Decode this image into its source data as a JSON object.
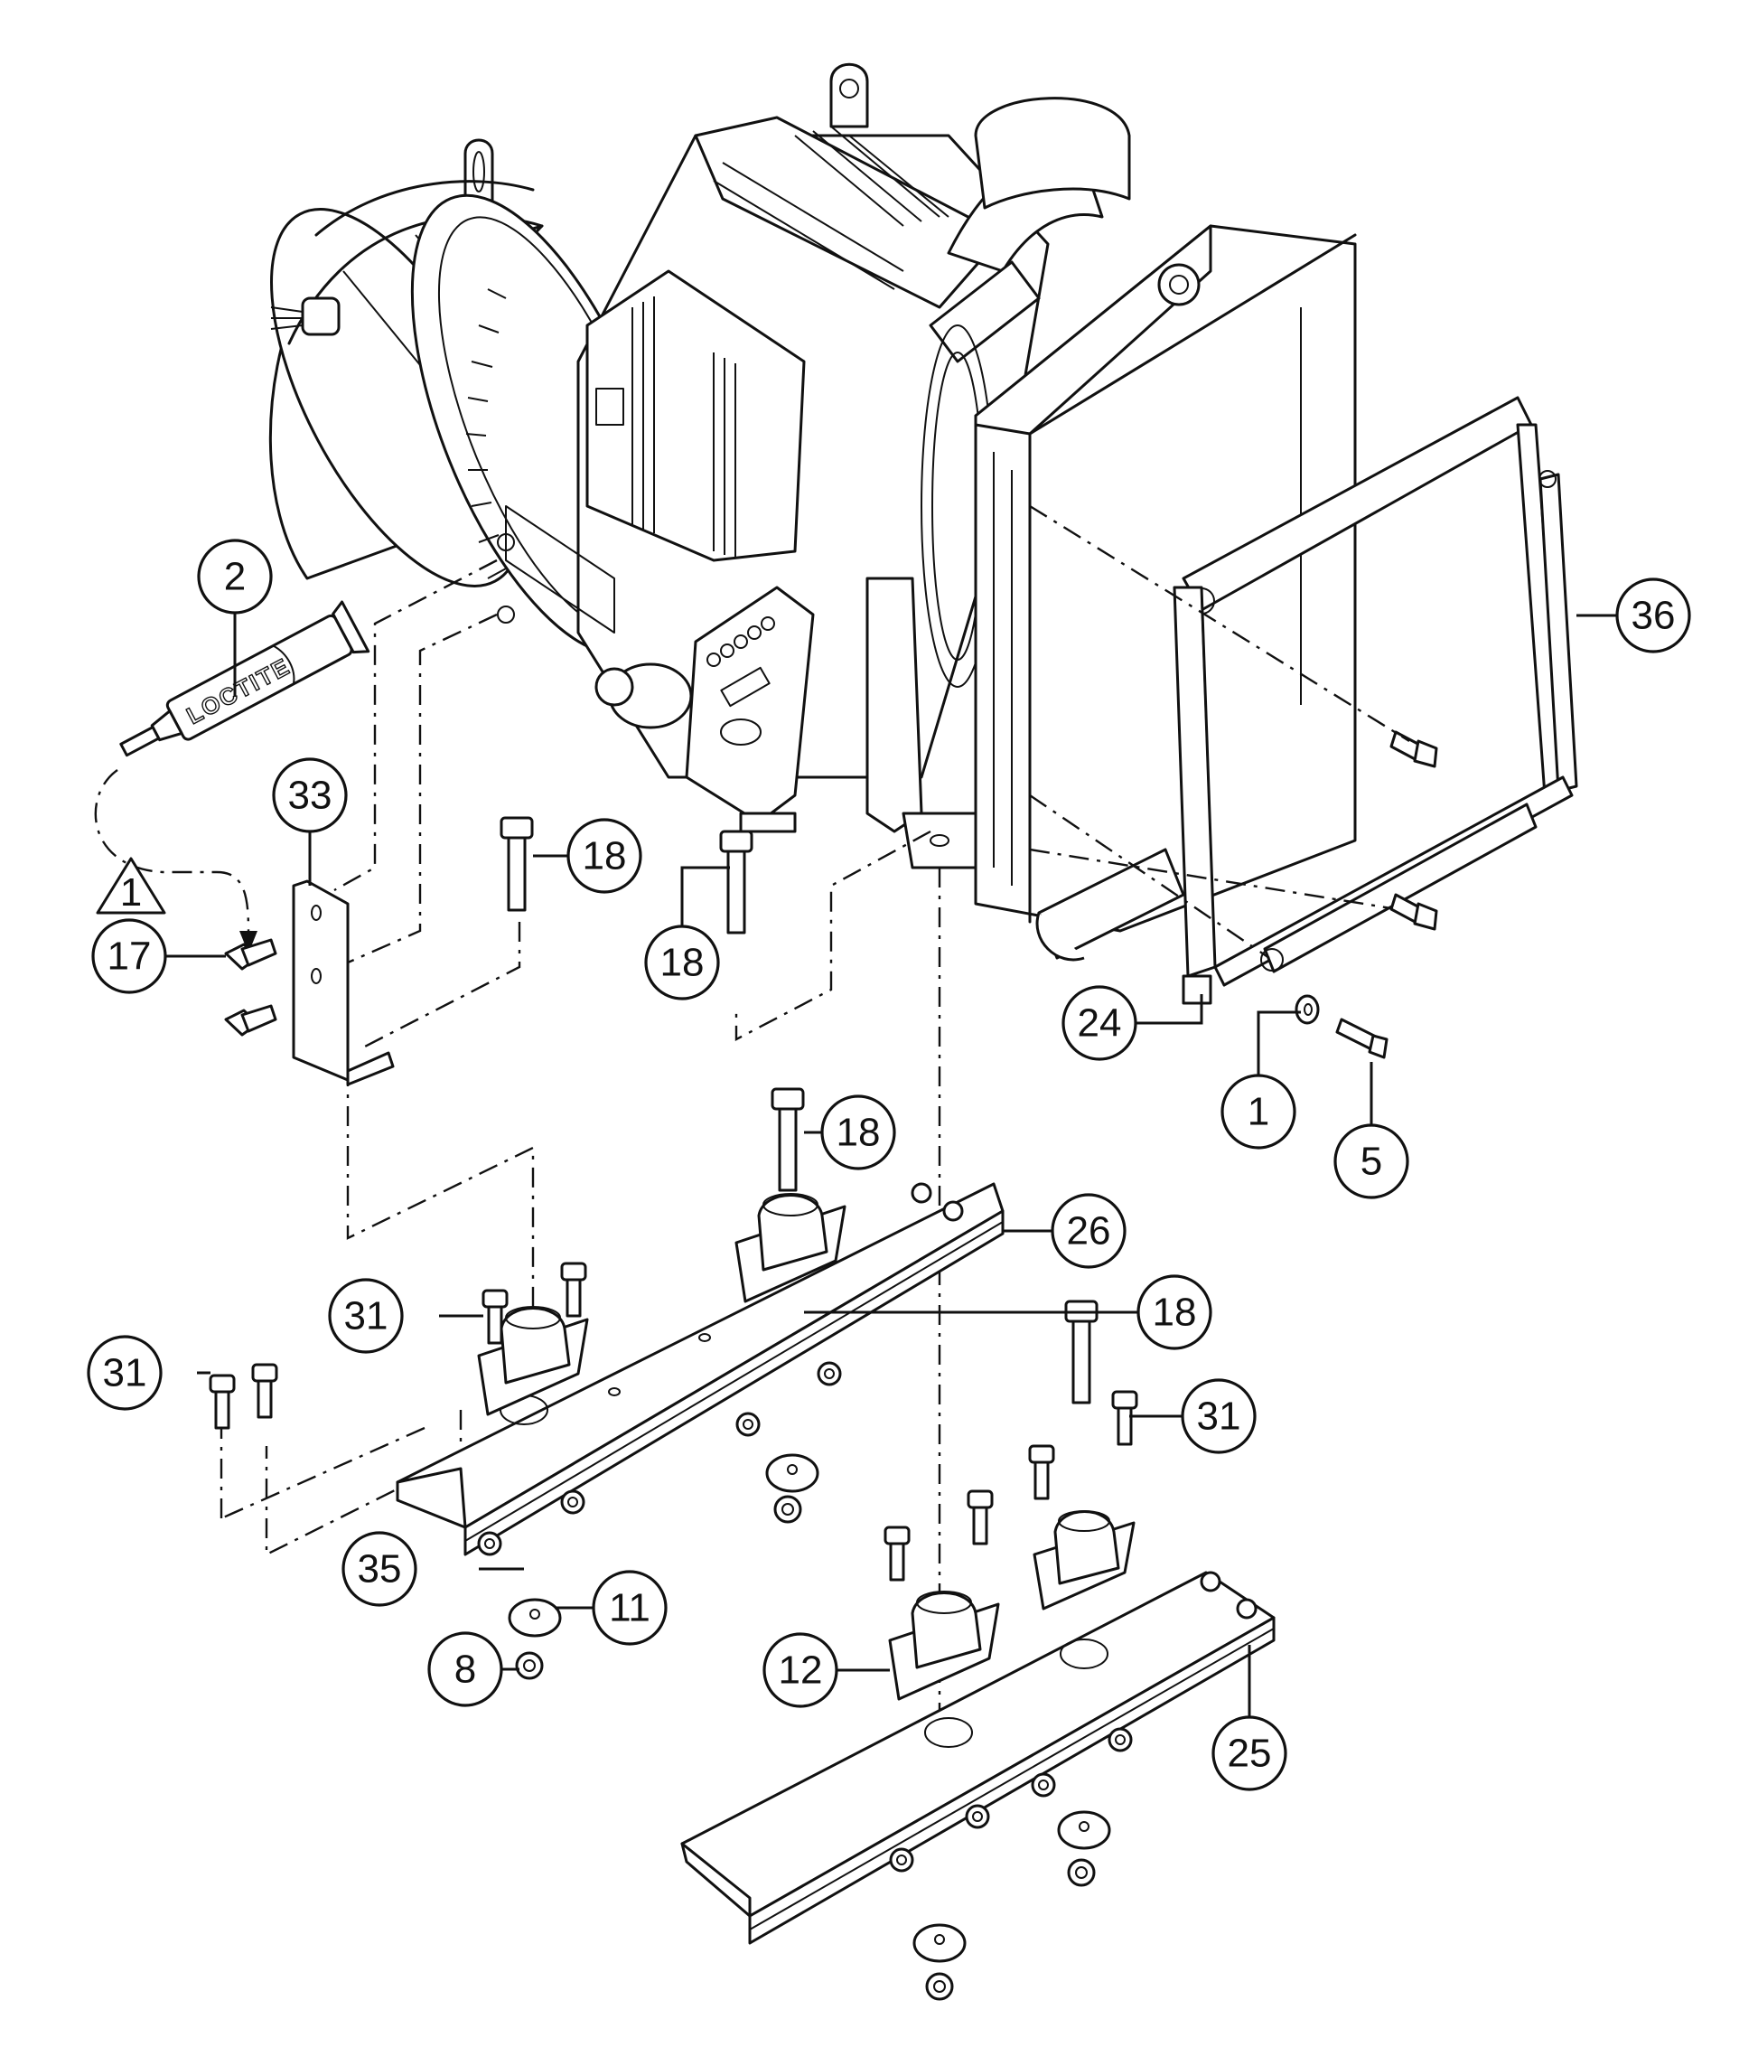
{
  "diagram": {
    "title": "Engine / Generator Mounting and Radiator Assembly — Exploded Parts View",
    "tube_label": "LOCTITE",
    "note_marker": {
      "shape": "triangle",
      "text": "1"
    },
    "callouts": [
      {
        "id": "c2",
        "number": "2",
        "part": "thread-locker-tube"
      },
      {
        "id": "c33",
        "number": "33",
        "part": "l-bracket"
      },
      {
        "id": "c17",
        "number": "17",
        "part": "bracket-bolt"
      },
      {
        "id": "c18a",
        "number": "18",
        "part": "mount-bolt"
      },
      {
        "id": "c18b",
        "number": "18",
        "part": "mount-bolt"
      },
      {
        "id": "c36",
        "number": "36",
        "part": "radiator-shroud-frame"
      },
      {
        "id": "c24",
        "number": "24",
        "part": "shroud-side-channel"
      },
      {
        "id": "c1",
        "number": "1",
        "part": "washer"
      },
      {
        "id": "c5",
        "number": "5",
        "part": "hex-bolt"
      },
      {
        "id": "c18c",
        "number": "18",
        "part": "mount-bolt"
      },
      {
        "id": "c26",
        "number": "26",
        "part": "front-mounting-rail"
      },
      {
        "id": "c31a",
        "number": "31",
        "part": "flange-bolt"
      },
      {
        "id": "c31b",
        "number": "31",
        "part": "flange-bolt"
      },
      {
        "id": "c18d",
        "number": "18",
        "part": "mount-bolt"
      },
      {
        "id": "c31c",
        "number": "31",
        "part": "flange-bolt"
      },
      {
        "id": "c35",
        "number": "35",
        "part": "flange-nut"
      },
      {
        "id": "c11",
        "number": "11",
        "part": "rebound-washer"
      },
      {
        "id": "c8",
        "number": "8",
        "part": "flange-nut"
      },
      {
        "id": "c12",
        "number": "12",
        "part": "rubber-isolator-mount"
      },
      {
        "id": "c25",
        "number": "25",
        "part": "rear-mounting-rail"
      }
    ]
  }
}
